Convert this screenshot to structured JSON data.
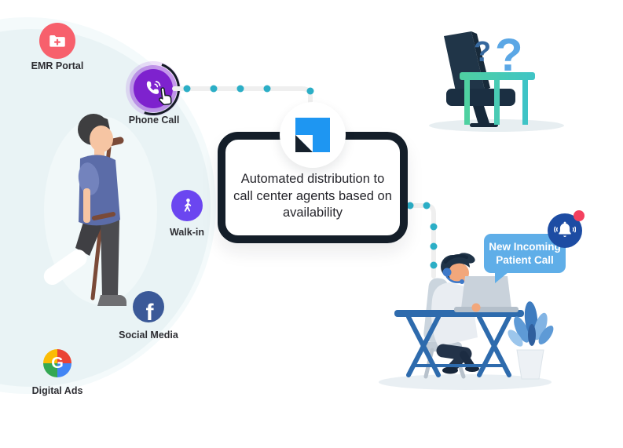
{
  "channels": [
    {
      "label": "EMR Portal",
      "icon": "emr-folder-icon",
      "color": "#F7606C"
    },
    {
      "label": "Phone Call",
      "icon": "phone-call-icon",
      "color": "#7E22CE"
    },
    {
      "label": "Walk-in",
      "icon": "walking-person-icon",
      "color": "#6B46F0"
    },
    {
      "label": "Social Media",
      "icon": "facebook-icon",
      "color": "#3B5998",
      "glyph_letter": "f"
    },
    {
      "label": "Digital Ads",
      "icon": "google-icon",
      "colors": [
        "#EA4335",
        "#4285F4",
        "#34A853",
        "#FBBC05"
      ],
      "glyph_letter": "G"
    }
  ],
  "center_card": {
    "text": "Automated distribution to call center agents based on availability",
    "border_color": "#141E29",
    "logo": "leadsquared-logo",
    "logo_color": "#1E96F2"
  },
  "notification_bubble": {
    "line1": "New Incoming",
    "line2": "Patient Call",
    "color": "#5FAEE8"
  },
  "bell_badge": {
    "icon": "bell-icon",
    "circle_color": "#1D4CA3",
    "badge_color": "#F4415F"
  },
  "question_marks": {
    "small": "?",
    "large": "?"
  },
  "connectors": {
    "line_color": "#EFEFEF",
    "dot_color": "#2BAEC6"
  }
}
